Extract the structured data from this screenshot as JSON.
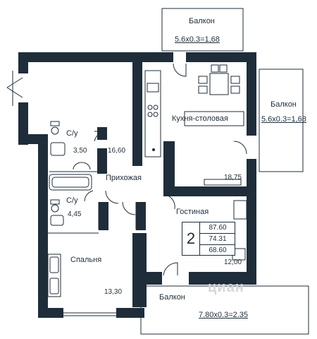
{
  "rooms": {
    "balcony_top": {
      "name": "Балкон",
      "dims": "5.6х0.3=1,68"
    },
    "balcony_right": {
      "name": "Балкон",
      "dims": "5.6х0.3=1,68"
    },
    "balcony_bottom": {
      "name": "Балкон",
      "dims": "7.80х0.3=2.35"
    },
    "kitchen": {
      "name": "Кухня-столовая",
      "area": "18,75"
    },
    "hall": {
      "name": "Прихожая",
      "area": "16,60"
    },
    "bath1": {
      "name": "С/у",
      "area": "3,50"
    },
    "bath2": {
      "name": "С/у",
      "area": "4,45"
    },
    "living": {
      "name": "Гостиная",
      "area": "12,00"
    },
    "bedroom": {
      "name": "Спальня",
      "area": "13,30"
    }
  },
  "summary": {
    "rooms": "2",
    "total": "87.60",
    "living_area": "74.31",
    "net": "68.60"
  },
  "watermark": "циан",
  "colors": {
    "wall": "#1f2d3a",
    "line": "#1f2d3a",
    "background": "#ffffff"
  }
}
